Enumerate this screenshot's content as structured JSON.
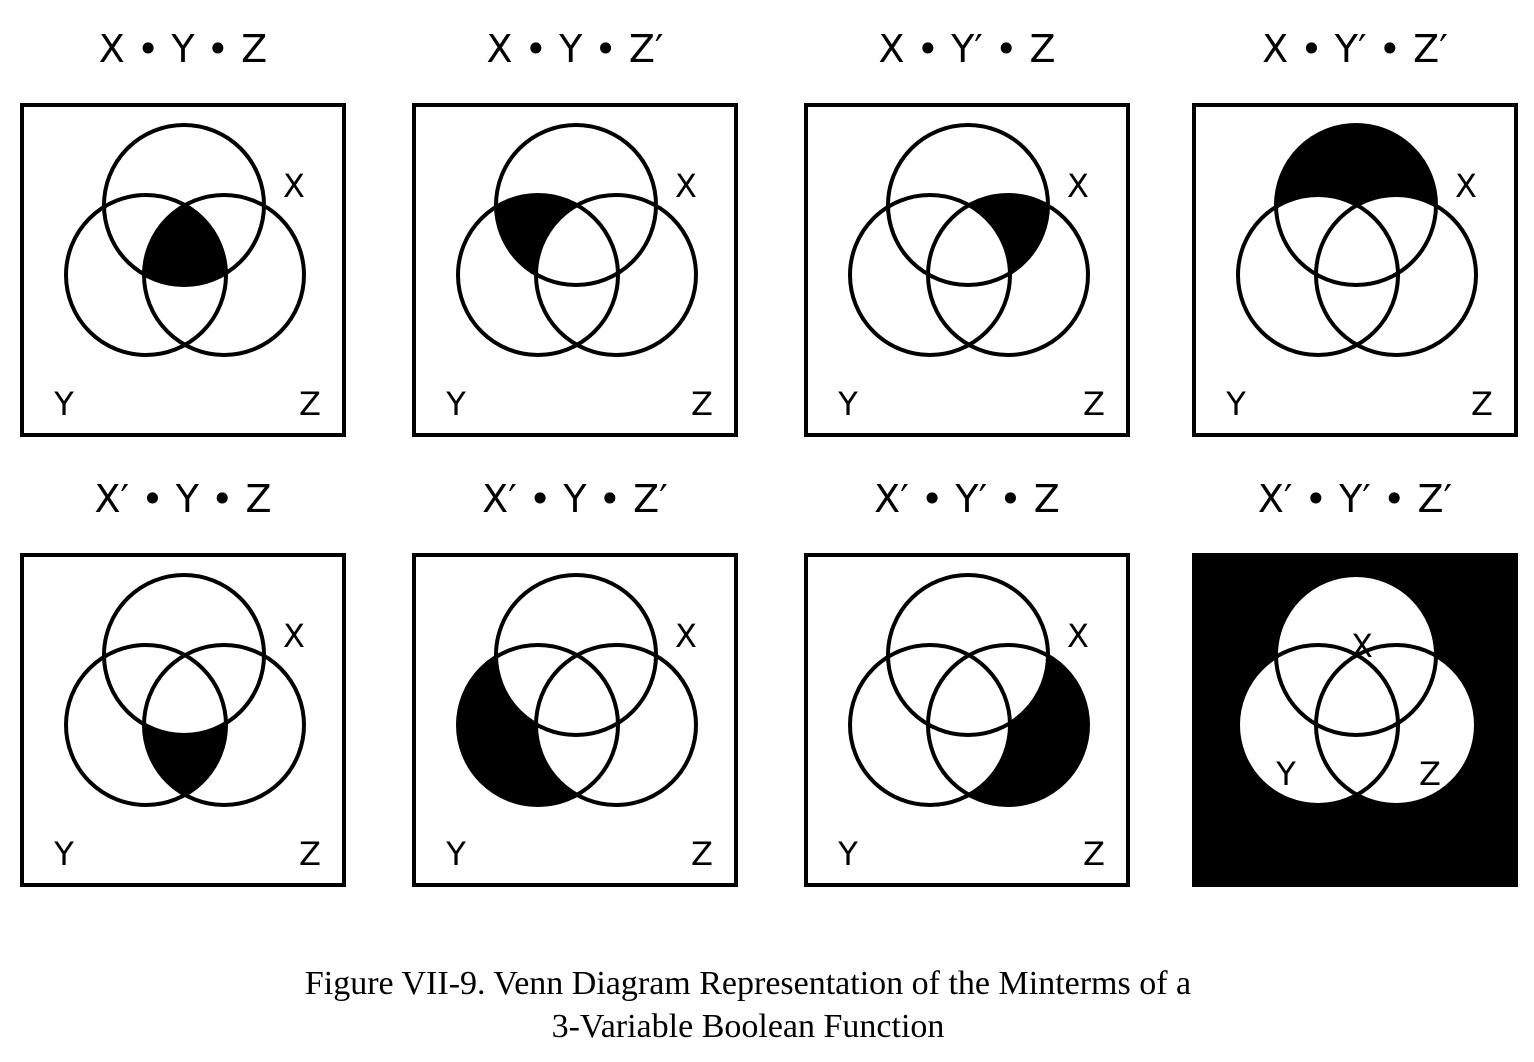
{
  "figure": {
    "caption_line1": "Figure VII-9. Venn Diagram Representation of the Minterms of a",
    "caption_line2": "3-Variable Boolean Function"
  },
  "labels": {
    "x": "X",
    "y": "Y",
    "z": "Z"
  },
  "colors": {
    "ink": "#000000",
    "paper": "#ffffff"
  },
  "panels": [
    {
      "id": "m7",
      "term": "X • Y • Z",
      "x": true,
      "y": true,
      "z": true
    },
    {
      "id": "m6",
      "term": "X • Y • Z′",
      "x": true,
      "y": true,
      "z": false
    },
    {
      "id": "m5",
      "term": "X • Y′ • Z",
      "x": true,
      "y": false,
      "z": true
    },
    {
      "id": "m4",
      "term": "X • Y′ • Z′",
      "x": true,
      "y": false,
      "z": false
    },
    {
      "id": "m3",
      "term": "X′ • Y • Z",
      "x": false,
      "y": true,
      "z": true
    },
    {
      "id": "m2",
      "term": "X′ • Y • Z′",
      "x": false,
      "y": true,
      "z": false
    },
    {
      "id": "m1",
      "term": "X′ • Y′ • Z",
      "x": false,
      "y": false,
      "z": true
    },
    {
      "id": "m0",
      "term": "X′ • Y′ • Z′",
      "x": false,
      "y": false,
      "z": false
    }
  ]
}
